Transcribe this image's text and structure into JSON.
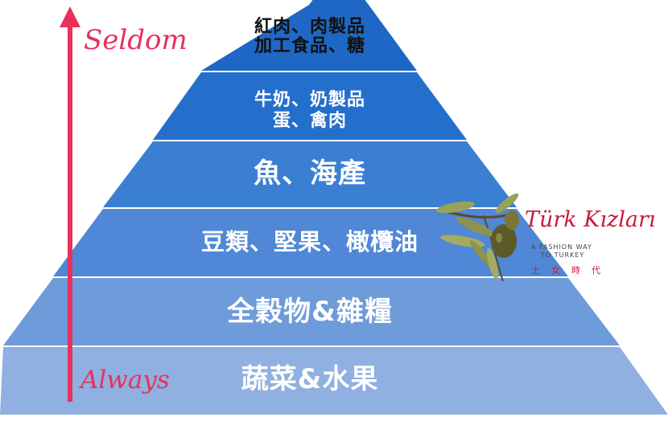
{
  "axis": {
    "top_label": "Seldom",
    "bottom_label": "Always",
    "color": "#e8315b"
  },
  "pyramid": {
    "tiers": [
      {
        "lines": [
          "紅肉、肉製品",
          "加工食品、糖"
        ],
        "color": "#1f67c4"
      },
      {
        "lines": [
          "牛奶、奶製品",
          "蛋、禽肉"
        ],
        "color": "#256fcc"
      },
      {
        "lines": [
          "魚、海產"
        ],
        "color": "#3b7fd3"
      },
      {
        "lines": [
          "豆類、堅果、橄欖油"
        ],
        "color": "#5087d6"
      },
      {
        "lines": [
          "全穀物&雜糧"
        ],
        "color": "#6e9bd9"
      },
      {
        "lines": [
          "蔬菜&水果"
        ],
        "color": "#8fb0e0"
      }
    ]
  },
  "logo": {
    "title": "Türk Kızları",
    "tagline_1": "A FASHION WAY",
    "tagline_2": "TO TURKEY",
    "chinese": "土女時代",
    "color": "#c81b3b",
    "icon": "olive-branch-icon"
  }
}
